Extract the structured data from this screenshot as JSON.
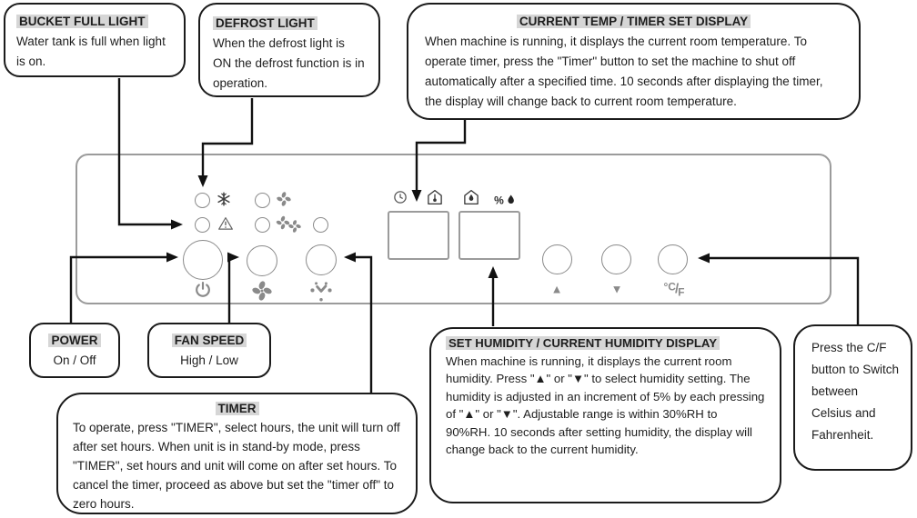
{
  "colors": {
    "line": "#111111",
    "box_border": "#1b1b1b",
    "panel_border": "#9b9b9b",
    "title_highlight": "#d6d6d6",
    "icon_gray": "#8a8a8a",
    "icon_dark": "#3c3c3c"
  },
  "callouts": {
    "bucket": {
      "title": "BUCKET FULL LIGHT",
      "body": "Water tank is full when light is on."
    },
    "defrost": {
      "title": "DEFROST LIGHT",
      "body": "When the defrost light is ON the defrost function is in operation."
    },
    "temp_display": {
      "title": "CURRENT TEMP / TIMER SET DISPLAY",
      "body": "When machine is running, it displays the current room temperature. To operate timer, press the \"Timer\" button to set the machine to shut off automatically after a specified time. 10 seconds after displaying the timer, the display will change back to current room temperature."
    },
    "power": {
      "title": "POWER",
      "body": "On / Off"
    },
    "fan_speed": {
      "title": "FAN SPEED",
      "body": "High / Low"
    },
    "timer": {
      "title": "TIMER",
      "body": "To operate, press \"TIMER\", select hours, the unit will turn off after set hours. When unit is in stand-by mode, press \"TIMER\", set hours and unit will come on after set hours. To cancel the timer, proceed as above but set the \"timer off\" to zero hours."
    },
    "humidity": {
      "title": "SET HUMIDITY / CURRENT HUMIDITY DISPLAY",
      "body": "When machine is running, it displays the current room humidity. Press \"▲\" or \"▼\" to select humidity setting. The humidity is adjusted in an increment of 5% by each pressing of \"▲\" or \"▼\". Adjustable range is within 30%RH to 90%RH. 10 seconds after setting humidity, the display will change back to the current humidity."
    },
    "celsius_fahrenheit": {
      "body": "Press the C/F button to Switch between Celsius and Fahrenheit."
    }
  },
  "panel": {
    "icons": {
      "lights": [
        "defrost-snowflake",
        "fan-low",
        "bucket-full-warning",
        "fan-high",
        "aux-light"
      ],
      "temp_display_icons": [
        "timer-clock",
        "room-temperature"
      ],
      "humidity_display_icons": [
        "room-humidity",
        "percent-humidity"
      ],
      "button_icons": [
        "power",
        "fan",
        "timer-dots"
      ]
    },
    "labels": {
      "up_symbol": "▲",
      "down_symbol": "▼",
      "cf_c": "°C",
      "cf_slash": "/",
      "cf_f": "F",
      "percent_symbol": "%"
    },
    "displays": [
      {
        "name": "temp-timer-display",
        "value": ""
      },
      {
        "name": "humidity-display",
        "value": ""
      }
    ]
  }
}
